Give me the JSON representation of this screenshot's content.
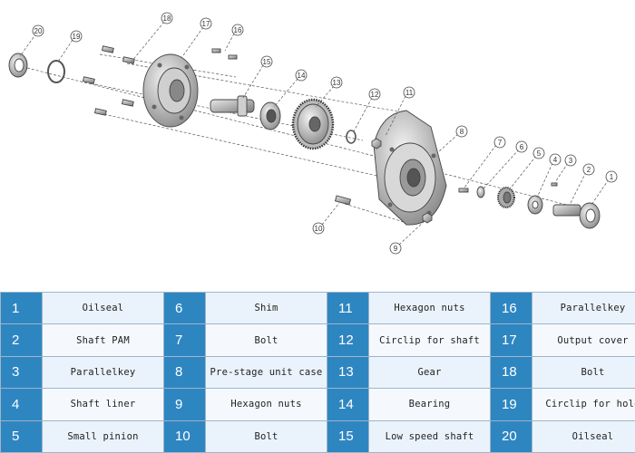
{
  "callouts": [
    "1",
    "2",
    "3",
    "4",
    "5",
    "6",
    "7",
    "8",
    "9",
    "10",
    "11",
    "12",
    "13",
    "14",
    "15",
    "16",
    "17",
    "18",
    "19",
    "20"
  ],
  "parts_table": {
    "rows": [
      [
        {
          "num": "1",
          "name": "Oilseal"
        },
        {
          "num": "6",
          "name": "Shim"
        },
        {
          "num": "11",
          "name": "Hexagon nuts"
        },
        {
          "num": "16",
          "name": "Parallelkey"
        }
      ],
      [
        {
          "num": "2",
          "name": "Shaft PAM"
        },
        {
          "num": "7",
          "name": "Bolt"
        },
        {
          "num": "12",
          "name": "Circlip for shaft"
        },
        {
          "num": "17",
          "name": "Output cover"
        }
      ],
      [
        {
          "num": "3",
          "name": "Parallelkey"
        },
        {
          "num": "8",
          "name": "Pre-stage unit case"
        },
        {
          "num": "13",
          "name": "Gear"
        },
        {
          "num": "18",
          "name": "Bolt"
        }
      ],
      [
        {
          "num": "4",
          "name": "Shaft liner"
        },
        {
          "num": "9",
          "name": "Hexagon nuts"
        },
        {
          "num": "14",
          "name": "Bearing"
        },
        {
          "num": "19",
          "name": "Circlip for hole"
        }
      ],
      [
        {
          "num": "5",
          "name": "Small pinion"
        },
        {
          "num": "10",
          "name": "Bolt"
        },
        {
          "num": "15",
          "name": "Low speed shaft"
        },
        {
          "num": "20",
          "name": "Oilseal"
        }
      ]
    ]
  }
}
